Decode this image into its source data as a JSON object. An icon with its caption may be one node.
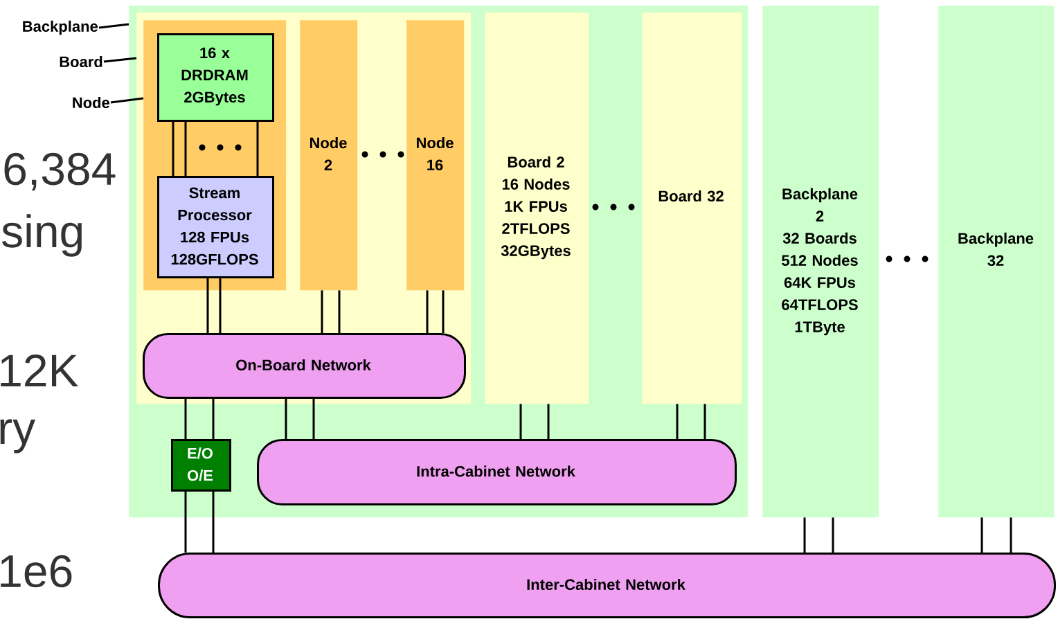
{
  "diagram": {
    "nodes": [
      {
        "text": [
          "Backplane"
        ]
      },
      {
        "text": [
          "Board"
        ]
      },
      {
        "text": [
          "Node"
        ]
      },
      {
        "text": [],
        "shape": "box"
      },
      {
        "text": [],
        "shape": "box",
        "in": 3
      },
      {
        "text": [],
        "shape": "box",
        "in": 4
      },
      {
        "text": [
          "16 x DRDRAM 2GBytes"
        ],
        "in": 5
      },
      {
        "text": [
          "Stream Processor 128 FPUs 128GFLOPS"
        ],
        "in": 5
      },
      {
        "text": [
          "Node 2"
        ],
        "in": 4
      },
      {
        "text": [
          "Node 16"
        ],
        "in": 4
      },
      {
        "text": [
          "On-Board Network"
        ],
        "in": 4
      },
      {
        "text": [
          "Board 2",
          "16 Nodes 1K FPUs 2TFLOPS 32GBytes"
        ],
        "in": 3
      },
      {
        "text": [
          "Board 32"
        ],
        "in": 3
      },
      {
        "text": [
          "E/O O/E"
        ],
        "in": 3
      },
      {
        "text": [
          "Intra-Cabinet Network"
        ],
        "in": 3
      },
      {
        "text": [
          "Backplane 2",
          "32 Boards 512 Nodes 64K FPUs 64TFLOPS 1TByte"
        ]
      },
      {
        "text": [
          "Backplane 32"
        ]
      },
      {
        "text": [
          "Inter-Cabinet Network"
        ]
      }
    ],
    "edges": [
      {
        "from": 0,
        "to": 3,
        "arrow": "none"
      },
      {
        "from": 1,
        "to": 4,
        "arrow": "none"
      },
      {
        "from": 2,
        "to": 5,
        "arrow": "none"
      },
      {
        "from": 6,
        "to": 7,
        "arrow": "none"
      },
      {
        "from": 6,
        "to": 7,
        "arrow": "none"
      },
      {
        "from": 6,
        "to": 7,
        "arrow": "none"
      },
      {
        "from": 7,
        "to": 10,
        "arrow": "none"
      },
      {
        "from": 7,
        "to": 10,
        "arrow": "none"
      },
      {
        "from": 8,
        "to": 10,
        "arrow": "none"
      },
      {
        "from": 8,
        "to": 10,
        "arrow": "none"
      },
      {
        "from": 9,
        "to": 10,
        "arrow": "none"
      },
      {
        "from": 9,
        "to": 10,
        "arrow": "none"
      },
      {
        "from": 10,
        "to": 13,
        "arrow": "none"
      },
      {
        "from": 10,
        "to": 13,
        "arrow": "none"
      },
      {
        "from": 13,
        "to": 17,
        "arrow": "none"
      },
      {
        "from": 13,
        "to": 17,
        "arrow": "none"
      },
      {
        "from": 10,
        "to": 14,
        "arrow": "none"
      },
      {
        "from": 10,
        "to": 14,
        "arrow": "none"
      },
      {
        "from": 11,
        "to": 14,
        "arrow": "none"
      },
      {
        "from": 11,
        "to": 14,
        "arrow": "none"
      },
      {
        "from": 12,
        "to": 14,
        "arrow": "none"
      },
      {
        "from": 12,
        "to": 14,
        "arrow": "none"
      },
      {
        "from": 15,
        "to": 17,
        "arrow": "none"
      },
      {
        "from": 15,
        "to": 17,
        "arrow": "none"
      },
      {
        "from": 16,
        "to": 17,
        "arrow": "none"
      },
      {
        "from": 16,
        "to": 17,
        "arrow": "none"
      }
    ],
    "labels": [
      "6,384",
      "sing",
      "12K",
      "ry",
      "1e6"
    ]
  }
}
